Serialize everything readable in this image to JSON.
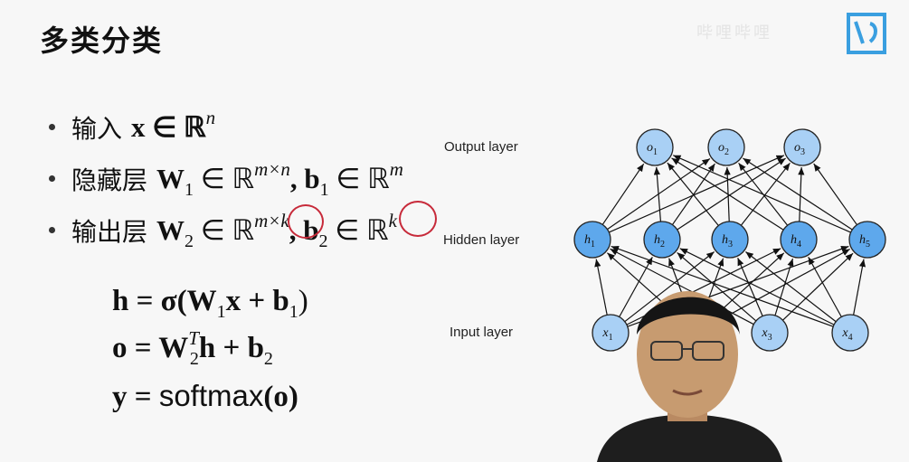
{
  "title": "多类分类",
  "bullets": [
    {
      "zh": "输入",
      "math_pre": "x ∈ ℝ",
      "sup": "n",
      "math_post": ""
    },
    {
      "zh": "隐藏层",
      "math_pre": "W",
      "sub1": "1",
      "mid": " ∈ ℝ",
      "sup": "m×n",
      "b": ", b",
      "sub2": "1",
      "end": " ∈ ℝ",
      "sup2": "m"
    },
    {
      "zh": "输出层",
      "math_pre": "W",
      "sub1": "2",
      "mid": " ∈ ℝ",
      "sup": "m×k",
      "b": ", b",
      "sub2": "2",
      "end": " ∈ ℝ",
      "sup2": "k"
    }
  ],
  "equations": [
    {
      "lhs": "h = σ(W",
      "sub": "1",
      "mid": "x + b",
      "sub2": "1",
      "end": ")"
    },
    {
      "lhs": "o = W",
      "sup": "T",
      "sub": "2",
      "mid": "h + b",
      "sub2": "2",
      "end": ""
    },
    {
      "lhs": "y = ",
      "fn": "softmax",
      "mid": "(o)",
      "end": ""
    }
  ],
  "layers": {
    "output": {
      "label": "Output layer",
      "nodes": [
        "o1",
        "o2",
        "o3"
      ]
    },
    "hidden": {
      "label": "Hidden layer",
      "nodes": [
        "h1",
        "h2",
        "h3",
        "h4",
        "h5"
      ]
    },
    "input": {
      "label": "Input layer",
      "nodes": [
        "x1",
        "x2",
        "x3",
        "x4"
      ]
    }
  },
  "colors": {
    "node_fill": "#a9d0f5",
    "node_fill_hidden": "#5ea8ec",
    "annotation": "#c72a3a"
  }
}
